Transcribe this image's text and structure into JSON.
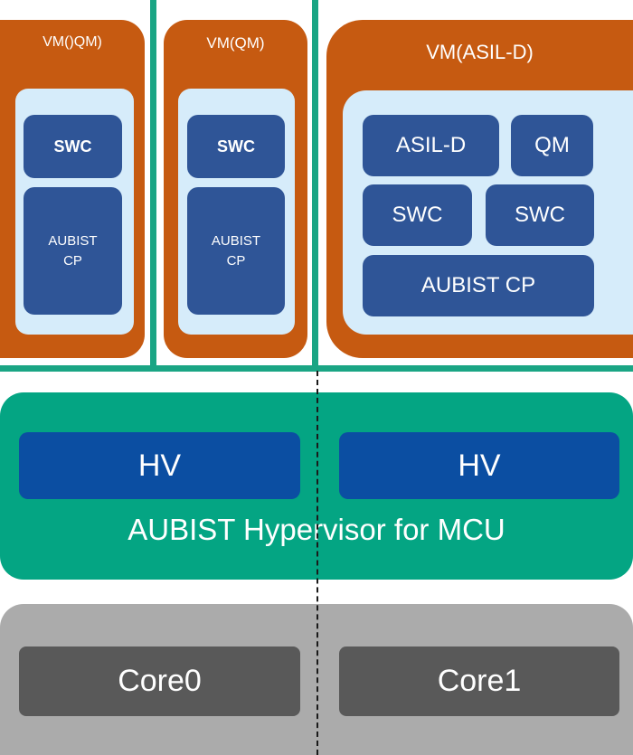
{
  "vm_left": {
    "title": "VM()QM)",
    "swc": "SWC",
    "aubist_cp": "AUBIST\nCP"
  },
  "vm_middle": {
    "title": "VM(QM)",
    "swc": "SWC",
    "aubist_cp": "AUBIST\nCP"
  },
  "vm_right": {
    "title": "VM(ASIL-D)",
    "asil_d": "ASIL-D",
    "qm": "QM",
    "swc_1": "SWC",
    "swc_2": "SWC",
    "aubist_cp": "AUBIST CP"
  },
  "hypervisor": {
    "hv_1": "HV",
    "hv_2": "HV",
    "label": "AUBIST Hypervisor for MCU"
  },
  "cores": {
    "core_0": "Core0",
    "core_1": "Core1"
  },
  "colors": {
    "vm_orange": "#c65a11",
    "inner_light_blue": "#d6ecfa",
    "component_blue": "#2f5597",
    "hv_blue": "#0b4ea2",
    "hypervisor_teal": "#04a583",
    "separator_teal": "#1aa584",
    "hardware_gray": "#ababab",
    "core_dark_gray": "#595959"
  }
}
